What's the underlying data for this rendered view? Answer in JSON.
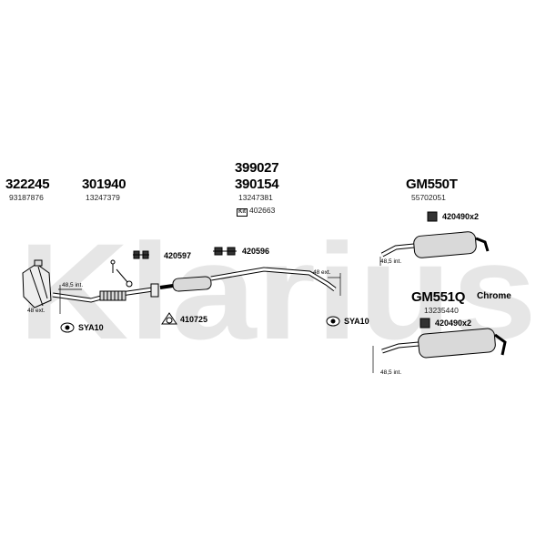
{
  "watermark": {
    "text": "Klarius",
    "color": "#e6e6e6"
  },
  "parts": [
    {
      "code": "322245",
      "oe": "93187876"
    },
    {
      "code": "301940",
      "oe": "13247379"
    },
    {
      "code": "399027",
      "code2": "390154",
      "oe": "13247381",
      "kit_label": "Kit",
      "kit_code": "402663"
    },
    {
      "code": "GM550T",
      "oe": "55702051",
      "mount": "420490x2"
    },
    {
      "code": "GM551Q",
      "note": "Chrome",
      "oe": "13235440",
      "mount": "420490x2"
    }
  ],
  "fittings": [
    {
      "label": "420597"
    },
    {
      "label": "420596"
    },
    {
      "label": "410725"
    },
    {
      "label": "SYA10"
    },
    {
      "label": "SYA10"
    }
  ],
  "dimensions": [
    "48,5 int.",
    "48 ext.",
    "48 ext.",
    "48,5 int.",
    "48,5 int."
  ]
}
